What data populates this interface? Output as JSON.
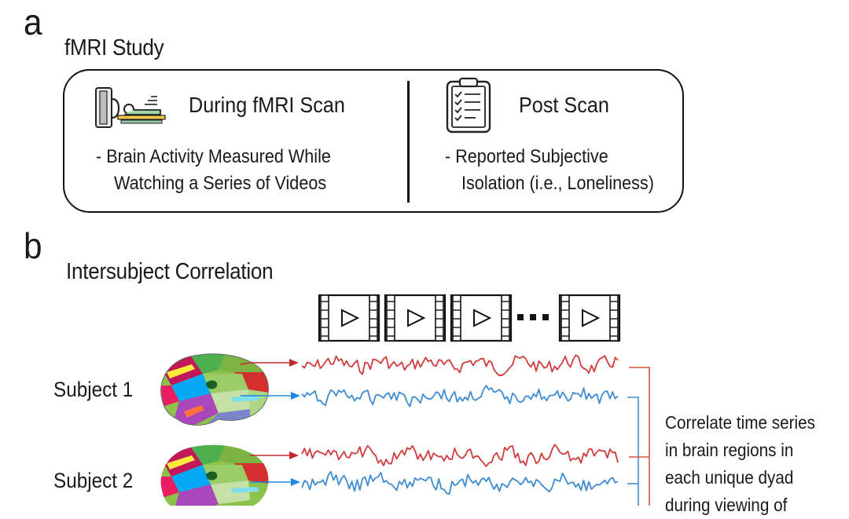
{
  "panel_a": {
    "letter": "a",
    "title": "fMRI Study",
    "scan": {
      "heading": "During fMRI Scan",
      "line1": "- Brain Activity Measured While",
      "line2": "Watching a Series of Videos",
      "icon": "mri-scanner-icon"
    },
    "post": {
      "heading": "Post Scan",
      "line1": "- Reported Subjective",
      "line2": "Isolation (i.e., Loneliness)",
      "icon": "clipboard-checklist-icon"
    }
  },
  "panel_b": {
    "letter": "b",
    "title": "Intersubject Correlation",
    "video_icons": [
      "film-play-icon",
      "film-play-icon",
      "film-play-icon",
      "ellipsis-icon",
      "film-play-icon"
    ],
    "subjects": [
      {
        "label": "Subject 1"
      },
      {
        "label": "Subject 2"
      }
    ],
    "note_lines": [
      "Correlate time series",
      "in brain regions in",
      "each unique dyad",
      "during viewing of"
    ],
    "colors": {
      "red_series": "#d13b3b",
      "blue_series": "#3d8bd2",
      "bracket_red": "#d9533f",
      "bracket_blue": "#4b8fd0"
    }
  }
}
